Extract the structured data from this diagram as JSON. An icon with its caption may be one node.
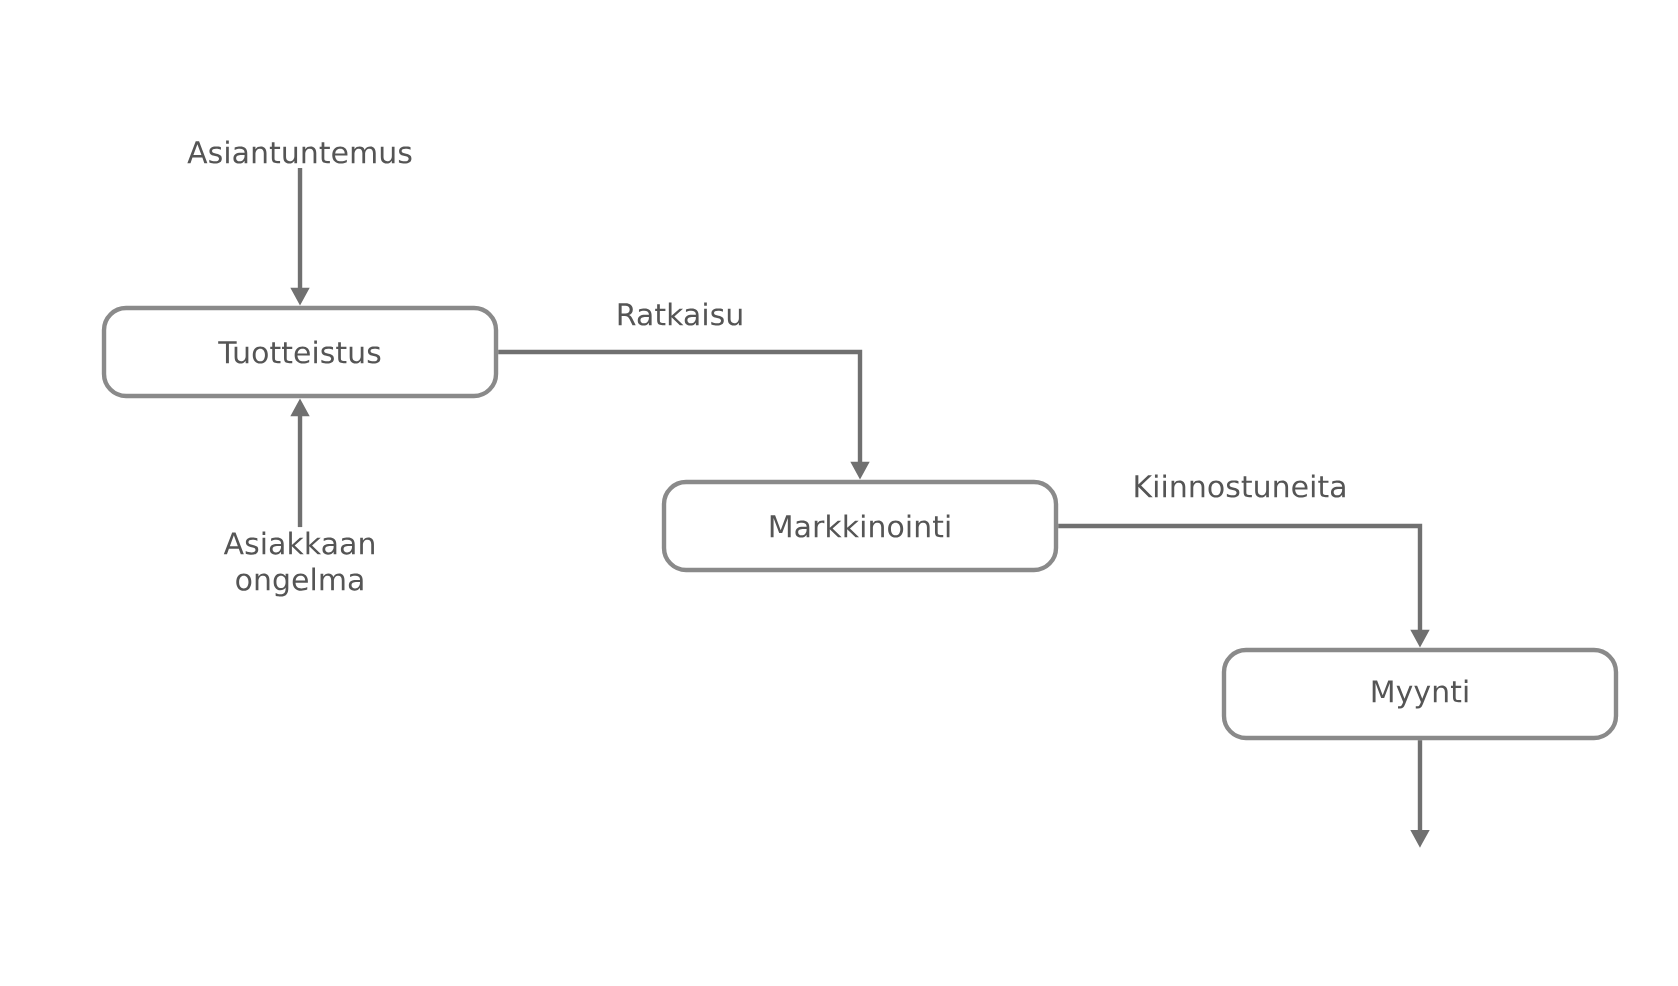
{
  "diagram": {
    "nodes": [
      {
        "text": [
          "Asiantuntemus"
        ]
      },
      {
        "text": [
          "Tuotteistus"
        ]
      },
      {
        "text": [
          "Asiakkaan ongelma"
        ]
      },
      {
        "text": [
          "Markkinointi"
        ]
      },
      {
        "text": [
          "Myynti"
        ]
      }
    ],
    "edges": [
      {
        "from": 0,
        "to": 1,
        "arrow": "to"
      },
      {
        "from": 2,
        "to": 1,
        "arrow": "to"
      },
      {
        "from": 1,
        "to": 3,
        "arrow": "to",
        "label": "Ratkaisu"
      },
      {
        "from": 3,
        "to": 4,
        "arrow": "to",
        "label": "Kiinnostuneita"
      },
      {
        "from": 4,
        "to": null,
        "arrow": "to"
      }
    ]
  }
}
